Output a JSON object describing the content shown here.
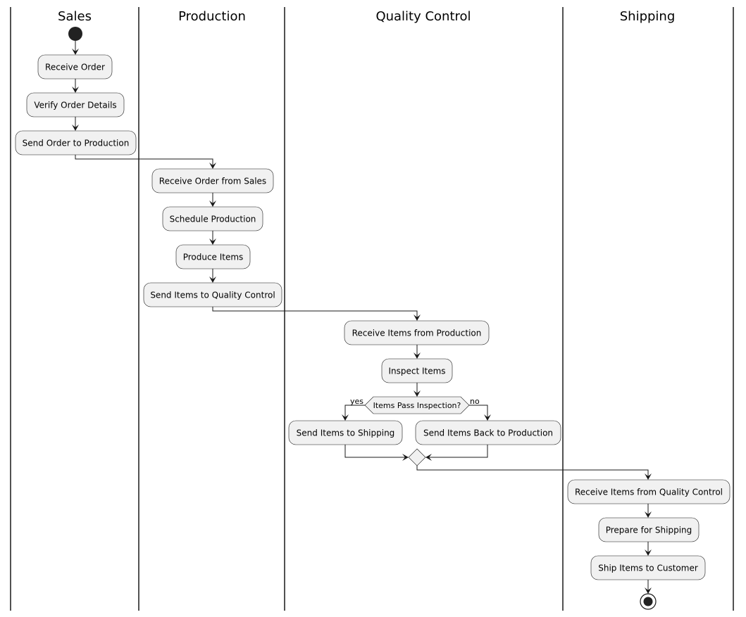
{
  "diagram": {
    "type": "swimlane-activity",
    "colors": {
      "activity_fill": "#f1f1f1",
      "stroke": "#181818",
      "start_node": "#222222"
    },
    "lanes": [
      {
        "id": "sales",
        "title": "Sales"
      },
      {
        "id": "production",
        "title": "Production"
      },
      {
        "id": "qc",
        "title": "Quality Control"
      },
      {
        "id": "shipping",
        "title": "Shipping"
      }
    ],
    "nodes": {
      "start": {
        "kind": "start"
      },
      "receive_order": {
        "kind": "activity",
        "label": "Receive Order"
      },
      "verify_order": {
        "kind": "activity",
        "label": "Verify Order Details"
      },
      "send_to_production": {
        "kind": "activity",
        "label": "Send Order to Production"
      },
      "receive_from_sales": {
        "kind": "activity",
        "label": "Receive Order from Sales"
      },
      "schedule_production": {
        "kind": "activity",
        "label": "Schedule Production"
      },
      "produce_items": {
        "kind": "activity",
        "label": "Produce Items"
      },
      "send_to_qc": {
        "kind": "activity",
        "label": "Send Items to Quality Control"
      },
      "receive_from_production": {
        "kind": "activity",
        "label": "Receive Items from Production"
      },
      "inspect_items": {
        "kind": "activity",
        "label": "Inspect Items"
      },
      "pass_decision": {
        "kind": "decision",
        "label": "Items Pass Inspection?"
      },
      "send_to_shipping": {
        "kind": "activity",
        "label": "Send Items to Shipping"
      },
      "send_back": {
        "kind": "activity",
        "label": "Send Items Back to Production"
      },
      "merge": {
        "kind": "merge"
      },
      "receive_from_qc": {
        "kind": "activity",
        "label": "Receive Items from Quality Control"
      },
      "prepare_shipping": {
        "kind": "activity",
        "label": "Prepare for Shipping"
      },
      "ship_items": {
        "kind": "activity",
        "label": "Ship Items to Customer"
      },
      "end": {
        "kind": "end"
      }
    },
    "guards": {
      "yes": "yes",
      "no": "no"
    }
  }
}
